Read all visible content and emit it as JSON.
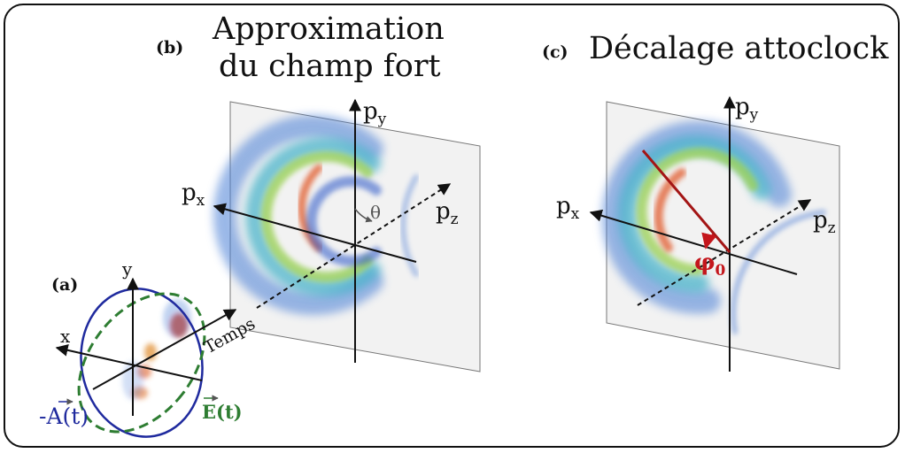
{
  "panels": {
    "a": {
      "label": "(a)",
      "axis_x": "x",
      "axis_y": "y",
      "time_label": "Temps",
      "field_A": "-A(t)",
      "field_E": "E(t)"
    },
    "b": {
      "label": "(b)",
      "title_line1": "Approximation",
      "title_line2": "du champ fort",
      "axis_px": "p",
      "axis_px_sub": "x",
      "axis_py": "p",
      "axis_py_sub": "y",
      "axis_pz": "p",
      "axis_pz_sub": "z",
      "angle_label": "θ"
    },
    "c": {
      "label": "(c)",
      "title": "Décalage attoclock",
      "axis_px": "p",
      "axis_px_sub": "x",
      "axis_py": "p",
      "axis_py_sub": "y",
      "axis_pz": "p",
      "axis_pz_sub": "z",
      "angle_label": "φ",
      "angle_label_sub": "0"
    }
  },
  "colors": {
    "frame": "#111111",
    "ellipse_A": "#1f2a9e",
    "ellipse_E": "#2e7d32",
    "offset_line": "#a31515",
    "angle": "#c4161c",
    "screen": "#f2f2f2"
  }
}
